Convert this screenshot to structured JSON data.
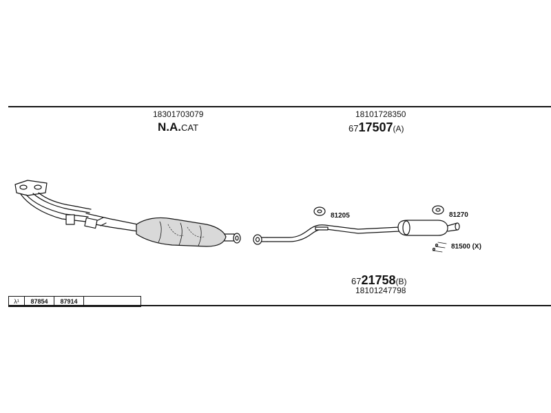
{
  "catalytic_section": {
    "part_number": "18301703079",
    "name_main": "N.A.",
    "name_suffix": "CAT"
  },
  "middle_section": {
    "part_number": "18101728350",
    "code_prefix": "67",
    "code_main": "17507",
    "code_suffix": "(A)"
  },
  "rear_section": {
    "code_prefix": "67",
    "code_main": "21758",
    "code_suffix": "(B)",
    "part_number": "18101247798"
  },
  "callouts": {
    "hanger_1": "81205",
    "hanger_2": "81270",
    "clamp": "81500 (X)"
  },
  "ref_table": {
    "symbol": "λ¹",
    "ref_1": "87854",
    "ref_2": "87914",
    "ref_3": ""
  },
  "colors": {
    "line": "#111111",
    "fill_shade": "#cfcfcf",
    "background": "#ffffff"
  }
}
